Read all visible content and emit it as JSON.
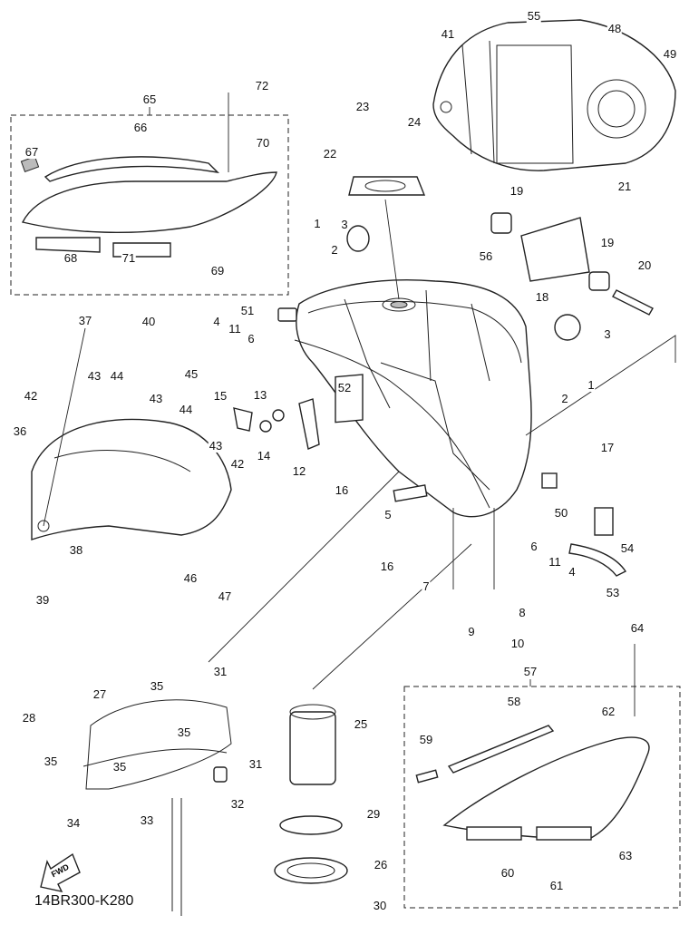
{
  "diagram": {
    "part_labels": [
      "55",
      "41",
      "48",
      "49",
      "72",
      "65",
      "66",
      "70",
      "67",
      "23",
      "24",
      "22",
      "19",
      "21",
      "19",
      "20",
      "1",
      "3",
      "2",
      "68",
      "71",
      "69",
      "56",
      "18",
      "51",
      "3",
      "37",
      "40",
      "4",
      "11",
      "6",
      "45",
      "44",
      "43",
      "42",
      "1",
      "2",
      "15",
      "13",
      "52",
      "43",
      "44",
      "36",
      "14",
      "12",
      "16",
      "17",
      "43",
      "42",
      "5",
      "50",
      "54",
      "38",
      "39",
      "46",
      "47",
      "16",
      "6",
      "11",
      "4",
      "7",
      "53",
      "8",
      "9",
      "10",
      "64",
      "57",
      "31",
      "27",
      "35",
      "28",
      "25",
      "58",
      "62",
      "35",
      "31",
      "35",
      "35",
      "59",
      "29",
      "32",
      "34",
      "33",
      "63",
      "26",
      "60",
      "61",
      "30"
    ],
    "direction_badge": "FWD",
    "drawing_code": "14BR300-K280"
  }
}
